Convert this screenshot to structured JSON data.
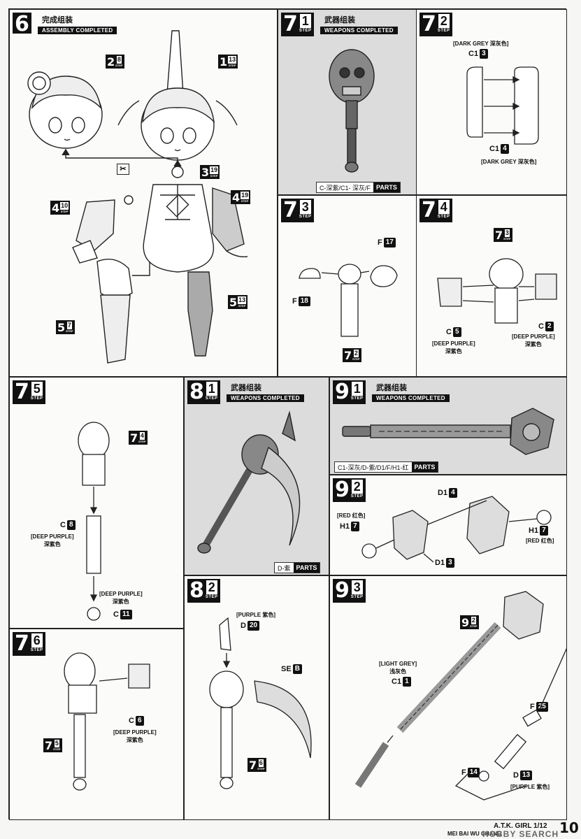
{
  "footer": {
    "title": "A.T.K. GIRL 1/12",
    "subtitle": "MEI BAI WU CHANG",
    "page": "10",
    "watermark": "HOBBY SEARCH"
  },
  "step6": {
    "num": "6",
    "cn": "完成组装",
    "en": "ASSEMBLY COMPLETED",
    "refs": [
      {
        "a": "2",
        "b": "8"
      },
      {
        "a": "1",
        "b": "13"
      },
      {
        "a": "3",
        "b": "19"
      },
      {
        "a": "4",
        "b": "10"
      },
      {
        "a": "4",
        "b": "19"
      },
      {
        "a": "5",
        "b": "13"
      },
      {
        "a": "5",
        "b": "7"
      }
    ]
  },
  "step71": {
    "a": "7",
    "b": "1",
    "cn": "武器组装",
    "en": "WEAPONS COMPLETED",
    "parts": "C-深紫/C1- 深灰/F",
    "parts_label": "PARTS"
  },
  "step72": {
    "a": "7",
    "b": "2",
    "color_top": "[DARK GREY 深灰色]",
    "color_bottom": "[DARK GREY 深灰色]",
    "p1": "C1",
    "p1n": "3",
    "p2": "C1",
    "p2n": "4"
  },
  "step73": {
    "a": "7",
    "b": "3",
    "p1": "F",
    "p1n": "17",
    "p2": "F",
    "p2n": "18",
    "ref_a": "7",
    "ref_b": "2"
  },
  "step74": {
    "a": "7",
    "b": "4",
    "ref_a": "7",
    "ref_b": "3",
    "p1": "C",
    "p1n": "5",
    "p1c": "[DEEP PURPLE]",
    "p1cn": "深紫色",
    "p2": "C",
    "p2n": "2",
    "p2c": "[DEEP PURPLE]",
    "p2cn": "深紫色"
  },
  "step75": {
    "a": "7",
    "b": "5",
    "ref_a": "7",
    "ref_b": "4",
    "p1": "C",
    "p1n": "8",
    "p1c": "[DEEP PURPLE]",
    "p1cn": "深紫色",
    "p2": "C",
    "p2n": "11",
    "p2c": "[DEEP PURPLE]",
    "p2cn": "深紫色"
  },
  "step76": {
    "a": "7",
    "b": "6",
    "ref_a": "7",
    "ref_b": "5",
    "p1": "C",
    "p1n": "6",
    "p1c": "[DEEP PURPLE]",
    "p1cn": "深紫色"
  },
  "step81": {
    "a": "8",
    "b": "1",
    "cn": "武器组装",
    "en": "WEAPONS COMPLETED",
    "parts": "D-紫",
    "parts_label": "PARTS"
  },
  "step82": {
    "a": "8",
    "b": "2",
    "p1": "D",
    "p1n": "20",
    "p1c": "[PURPLE 紫色]",
    "p2": "SE",
    "p2n": "B",
    "ref_a": "7",
    "ref_b": "6"
  },
  "step91": {
    "a": "9",
    "b": "1",
    "cn": "武器组装",
    "en": "WEAPONS COMPLETED",
    "parts": "C1-深灰/D-紫/D1/F/H1-红",
    "parts_label": "PARTS"
  },
  "step92": {
    "a": "9",
    "b": "2",
    "p1": "D1",
    "p1n": "4",
    "p2": "H1",
    "p2n": "7",
    "p2c": "[RED 红色]",
    "p3": "H1",
    "p3n": "7",
    "p3c": "[RED 红色]",
    "p4": "D1",
    "p4n": "3"
  },
  "step93": {
    "a": "9",
    "b": "3",
    "ref_a": "9",
    "ref_b": "2",
    "p1": "C1",
    "p1n": "1",
    "p1c": "[LIGHT GREY]",
    "p1cn": "浅灰色",
    "p2": "F",
    "p2n": "25",
    "p3": "F",
    "p3n": "14",
    "p4": "D",
    "p4n": "13",
    "p4c": "[PURPLE 紫色]"
  },
  "step_label": "STEP"
}
